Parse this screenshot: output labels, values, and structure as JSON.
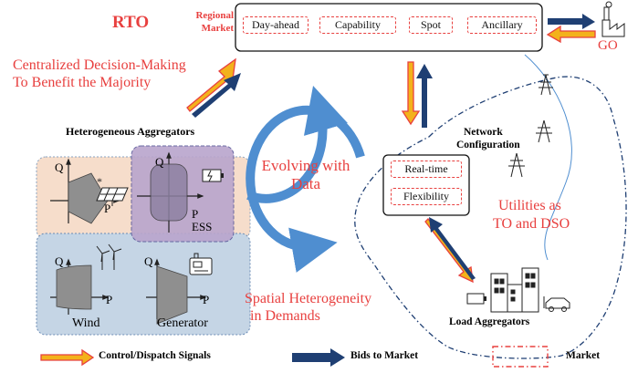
{
  "rto": {
    "title": "RTO",
    "regional_label_1": "Regional",
    "regional_label_2": "Market",
    "markets": [
      "Day-ahead",
      "Capability",
      "Spot",
      "Ancillary"
    ],
    "go_label": "GO",
    "centralized_1": "Centralized Decision-Making",
    "centralized_2": "To Benefit the Majority"
  },
  "aggregators": {
    "title": "Heterogeneous Aggregators",
    "q": "Q",
    "p": "P",
    "ess": "ESS",
    "wind": "Wind",
    "generator": "Generator"
  },
  "center": {
    "evolving_1": "Evolving with",
    "evolving_2": "Data",
    "spatial_1": "Spatial Heterogeneity",
    "spatial_2": "in Demands"
  },
  "network": {
    "config_1": "Network",
    "config_2": "Configuration",
    "realtime": "Real-time",
    "flexibility": "Flexibility",
    "utilities_1": "Utilities as",
    "utilities_2": "TO and DSO",
    "load": "Load Aggregators"
  },
  "legend": {
    "control": "Control/Dispatch Signals",
    "bids": "Bids to Market",
    "market": "Market"
  },
  "colors": {
    "red": "#e8403f",
    "navy": "#1f3f73",
    "orange": "#f3b21b",
    "blue_cycle": "#4f8ed0"
  }
}
